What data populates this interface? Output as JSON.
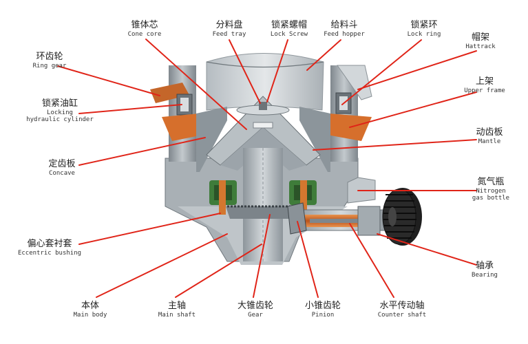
{
  "labels": {
    "cone_core": {
      "zh": "锥体芯",
      "en": "Cone core"
    },
    "feed_tray": {
      "zh": "分料盘",
      "en": "Feed tray"
    },
    "lock_screw": {
      "zh": "锁紧螺帽",
      "en": "Lock Screw"
    },
    "feed_hopper": {
      "zh": "给料斗",
      "en": "Feed hopper"
    },
    "lock_ring": {
      "zh": "锁紧环",
      "en": "Lock ring"
    },
    "hattrack": {
      "zh": "帽架",
      "en": "Hattrack"
    },
    "ring_gear": {
      "zh": "环齿轮",
      "en": "Ring gear"
    },
    "upper_frame": {
      "zh": "上架",
      "en": "Upper frame"
    },
    "locking_cylinder": {
      "zh": "锁紧油缸",
      "en": "Locking",
      "en2": "hydraulic cylinder"
    },
    "mantle": {
      "zh": "动齿板",
      "en": "Mantle"
    },
    "concave": {
      "zh": "定齿板",
      "en": "Concave"
    },
    "nitrogen": {
      "zh": "氮气瓶",
      "en": "Nitrogen",
      "en2": "gas bottle"
    },
    "eccentric": {
      "zh": "偏心套衬套",
      "en": "Eccentric bushing"
    },
    "bearing": {
      "zh": "轴承",
      "en": "Bearing"
    },
    "main_body": {
      "zh": "本体",
      "en": "Main body"
    },
    "main_shaft": {
      "zh": "主轴",
      "en": "Main shaft"
    },
    "gear": {
      "zh": "大锥齿轮",
      "en": "Gear"
    },
    "pinion": {
      "zh": "小锥齿轮",
      "en": "Pinion"
    },
    "counter_shaft": {
      "zh": "水平传动轴",
      "en": "Counter shaft"
    }
  },
  "colors": {
    "leader": "#e02418",
    "steel": "#9aa3aa",
    "steel_dark": "#5d666d",
    "steel_light": "#c9cfd3",
    "copper": "#d26a2a",
    "green": "#3d7a3a",
    "black": "#1a1a1a"
  }
}
